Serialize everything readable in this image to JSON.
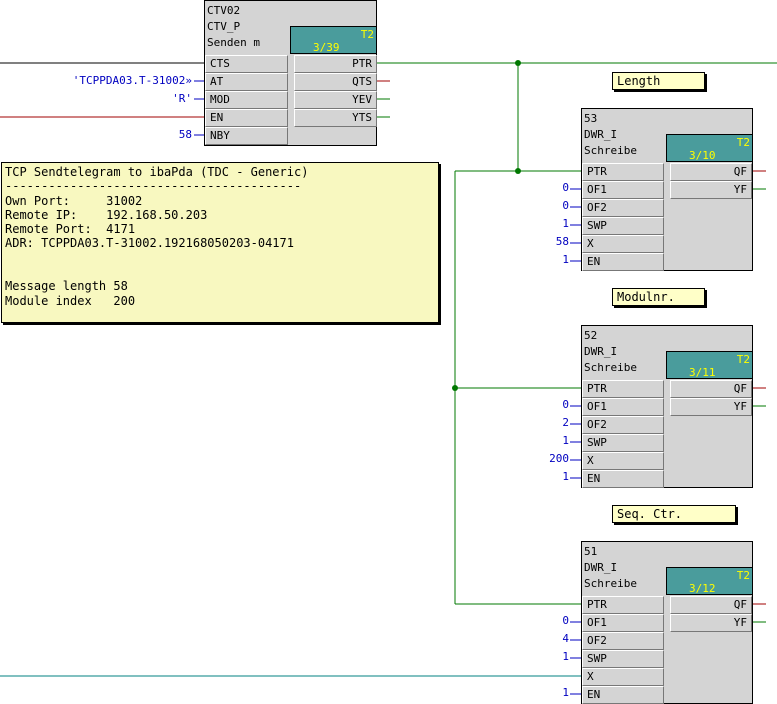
{
  "main_block": {
    "name": "CTV02",
    "type": "CTV_P",
    "desc": "Senden m",
    "task": "T2",
    "order": "3/39",
    "inputs": [
      "CTS",
      "AT",
      "MOD",
      "EN",
      "NBY"
    ],
    "outputs": [
      "PTR",
      "QTS",
      "YEV",
      "YTS"
    ],
    "const_at": "'TCPPDA03.T-31002»",
    "const_mod": "'R'",
    "const_nby": "58"
  },
  "comment": {
    "lines": [
      "TCP Sendtelegram to ibaPda (TDC - Generic)",
      "-----------------------------------------",
      "Own Port:     31002",
      "Remote IP:    192.168.50.203",
      "Remote Port:  4171",
      "ADR: TCPPDA03.T-31002.192168050203-04171",
      "",
      "",
      "Message length 58",
      "Module index   200"
    ]
  },
  "labels": {
    "length": "Length",
    "modulnr": "Modulnr.",
    "seqctr": "Seq. Ctr."
  },
  "dwr_blocks": [
    {
      "name": "53",
      "type": "DWR_I",
      "desc": "Schreibe",
      "task": "T2",
      "order": "3/10",
      "inputs": [
        "PTR",
        "OF1",
        "OF2",
        "SWP",
        "X",
        "EN"
      ],
      "outputs": [
        "QF",
        "YF"
      ],
      "consts": [
        "",
        "0",
        "0",
        "1",
        "58",
        "1"
      ]
    },
    {
      "name": "52",
      "type": "DWR_I",
      "desc": "Schreibe",
      "task": "T2",
      "order": "3/11",
      "inputs": [
        "PTR",
        "OF1",
        "OF2",
        "SWP",
        "X",
        "EN"
      ],
      "outputs": [
        "QF",
        "YF"
      ],
      "consts": [
        "",
        "0",
        "2",
        "1",
        "200",
        "1"
      ]
    },
    {
      "name": "51",
      "type": "DWR_I",
      "desc": "Schreibe",
      "task": "T2",
      "order": "3/12",
      "inputs": [
        "PTR",
        "OF1",
        "OF2",
        "SWP",
        "X",
        "EN"
      ],
      "outputs": [
        "QF",
        "YF"
      ],
      "consts": [
        "",
        "0",
        "4",
        "1",
        "",
        "1"
      ]
    }
  ],
  "colors": {
    "wire_green": "#007800",
    "wire_red": "#a00000",
    "wire_teal": "#008080",
    "wire_black": "#000000",
    "const_blue": "#0000c0",
    "task_teal": "#4a9c9c",
    "task_text": "#ffff00"
  }
}
